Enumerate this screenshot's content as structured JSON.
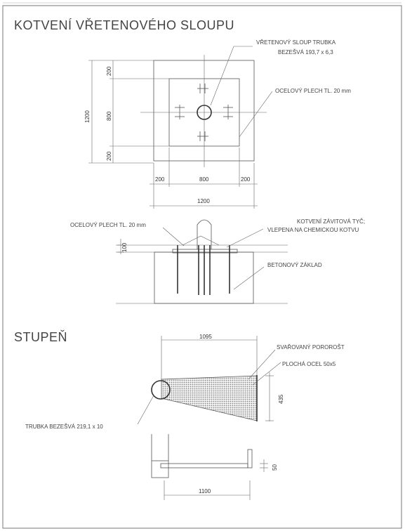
{
  "section_anchoring": {
    "title": "KOTVENÍ VŘETENOVÉHO SLOUPU",
    "label_column_pipe_line1": "VŘETENOVÝ SLOUP TRUBKA",
    "label_column_pipe_line2": "BEZEŠVÁ 193,7 x 6,3",
    "label_steel_plate_plan": "OCELOVÝ PLECH TL. 20 mm",
    "dim_plan_side_top": "200",
    "dim_plan_side_mid": "800",
    "dim_plan_side_bottom": "200",
    "dim_plan_side_total": "1200",
    "dim_plan_bottom_left": "200",
    "dim_plan_bottom_mid": "800",
    "dim_plan_bottom_right": "200",
    "dim_plan_bottom_total": "1200",
    "label_steel_plate_section": "OCELOVÝ PLECH TL. 20 mm",
    "label_anchor_rod_line1": "KOTVENÍ ZÁVITOVÁ TYČ;",
    "label_anchor_rod_line2": "VLEPENA NA CHEMICKOU KOTVU",
    "label_concrete_base": "BETONOVÝ ZÁKLAD",
    "dim_section_height": "100"
  },
  "section_step": {
    "title": "STUPEŇ",
    "label_welded_grating": "SVAŘOVANÝ POROROŠT",
    "label_flat_steel": "PLOCHÁ OCEL 50x5",
    "label_tube": "TRUBKA BEZEŠVÁ 219,1 x 10",
    "dim_top_width": "1095",
    "dim_height": "435",
    "dim_side_thickness": "50",
    "dim_bottom_width": "1100"
  }
}
